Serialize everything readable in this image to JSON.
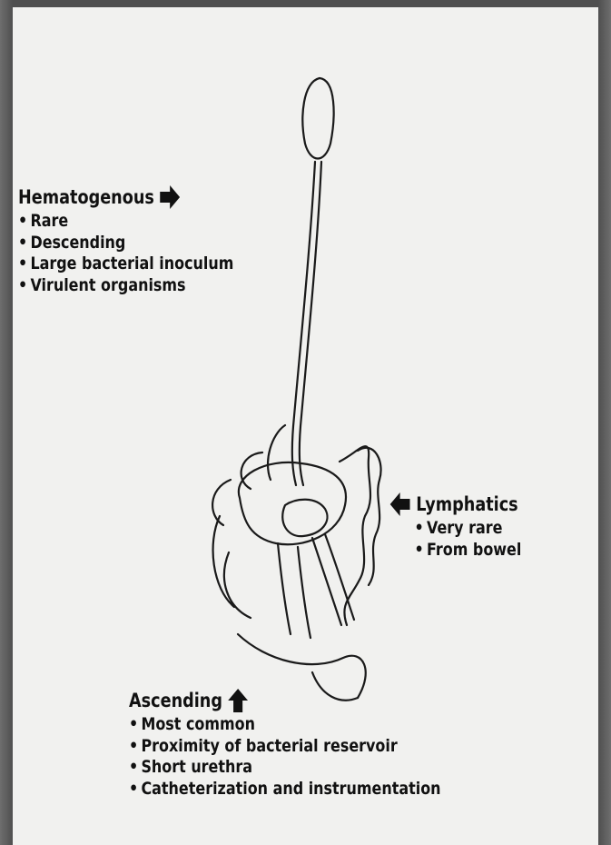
{
  "hematogenous": {
    "title": "Hematogenous",
    "arrow": "arrow-right-icon",
    "items": [
      "Rare",
      "Descending",
      "Large bacterial inoculum",
      "Virulent organisms"
    ]
  },
  "lymphatics": {
    "title": "Lymphatics",
    "arrow": "arrow-left-icon",
    "items": [
      "Very rare",
      "From bowel"
    ]
  },
  "ascending": {
    "title": "Ascending",
    "arrow": "arrow-up-icon",
    "items": [
      "Most common",
      "Proximity of bacterial reservoir",
      "Short urethra",
      "Catheterization and instrumentation"
    ]
  },
  "colors": {
    "background": "#5a5a5a",
    "paper": "#f1f1ef",
    "ink": "#111111"
  }
}
